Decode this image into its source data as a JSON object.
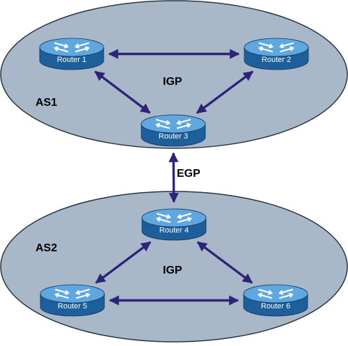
{
  "colors": {
    "as_fill": "#a9b8c8",
    "as_stroke": "#2a3340",
    "link": "#2e237a",
    "router_top": "#5fa8df",
    "router_side": "#1d5f9a",
    "router_mark": "#ffffff"
  },
  "areas": [
    {
      "id": "as1",
      "label": "AS1",
      "protocol": "IGP"
    },
    {
      "id": "as2",
      "label": "AS2",
      "protocol": "IGP"
    }
  ],
  "inter_as": {
    "protocol": "EGP"
  },
  "routers": [
    {
      "id": "r1",
      "label": "Router 1",
      "icon": "router-icon"
    },
    {
      "id": "r2",
      "label": "Router 2",
      "icon": "router-icon"
    },
    {
      "id": "r3",
      "label": "Router 3",
      "icon": "router-icon"
    },
    {
      "id": "r4",
      "label": "Router 4",
      "icon": "router-icon"
    },
    {
      "id": "r5",
      "label": "Router 5",
      "icon": "router-icon"
    },
    {
      "id": "r6",
      "label": "Router 6",
      "icon": "router-icon"
    }
  ],
  "links": [
    {
      "from": "r1",
      "to": "r2",
      "type": "IGP"
    },
    {
      "from": "r1",
      "to": "r3",
      "type": "IGP"
    },
    {
      "from": "r2",
      "to": "r3",
      "type": "IGP"
    },
    {
      "from": "r3",
      "to": "r4",
      "type": "EGP"
    },
    {
      "from": "r4",
      "to": "r5",
      "type": "IGP"
    },
    {
      "from": "r4",
      "to": "r6",
      "type": "IGP"
    },
    {
      "from": "r5",
      "to": "r6",
      "type": "IGP"
    }
  ]
}
